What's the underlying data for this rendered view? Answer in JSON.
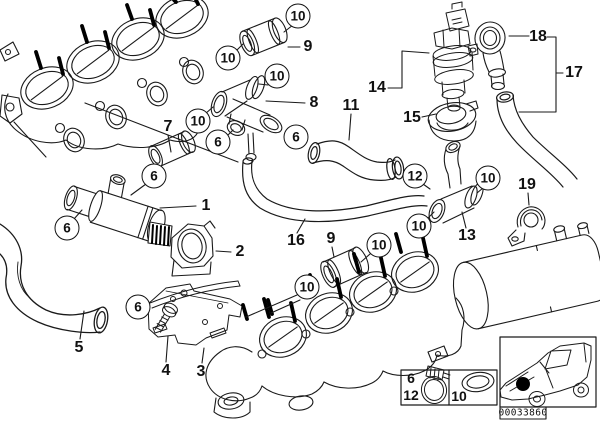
{
  "doc": {
    "part_code": "00033860"
  },
  "numbers": {
    "n1": "1",
    "n2": "2",
    "n3": "3",
    "n4": "4",
    "n5": "5",
    "n6": "6",
    "n7": "7",
    "n8": "8",
    "n9": "9",
    "n10": "10",
    "n11": "11",
    "n12": "12",
    "n13": "13",
    "n14": "14",
    "n15": "15",
    "n16": "16",
    "n17": "17",
    "n18": "18",
    "n19": "19"
  },
  "icons": {
    "car": "car-locator-icon",
    "clamp": "hose-clamp-icon",
    "seal": "o-ring-icon"
  }
}
